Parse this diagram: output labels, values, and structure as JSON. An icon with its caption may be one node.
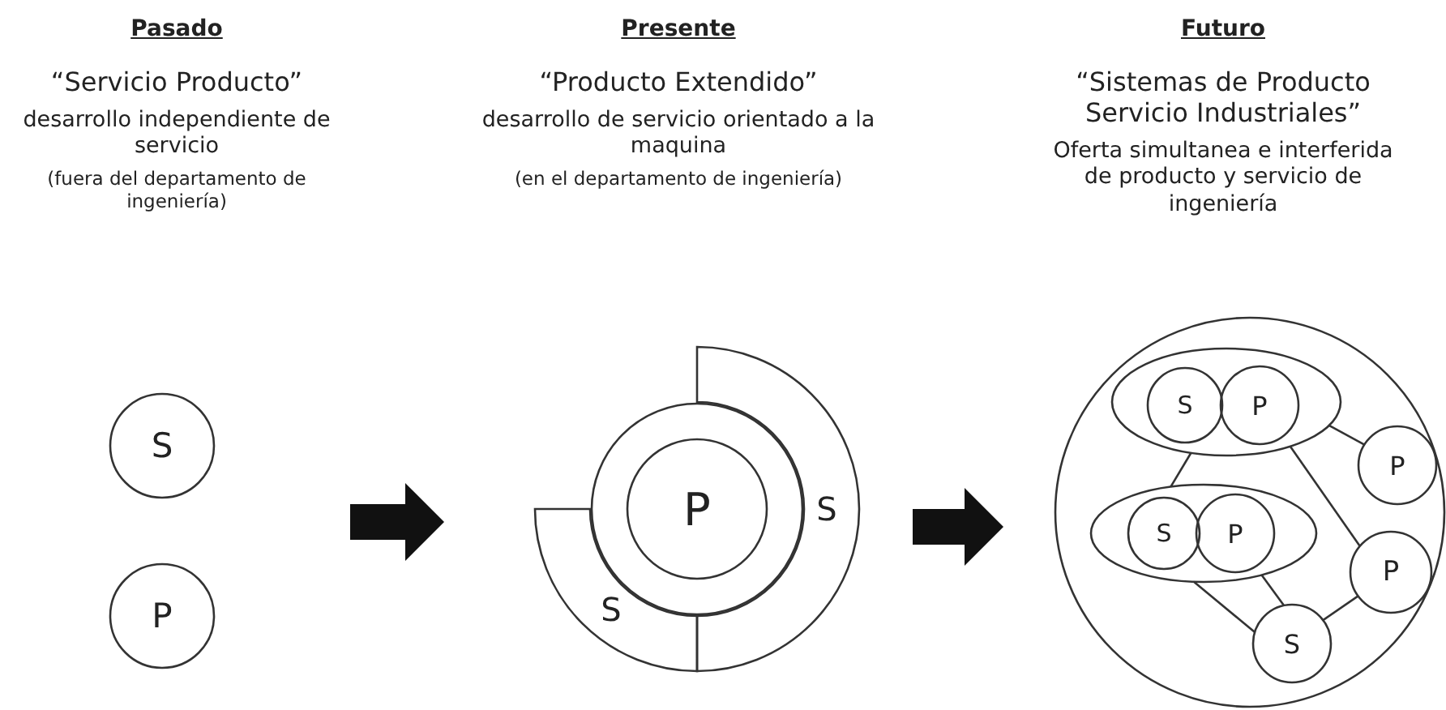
{
  "diagram": {
    "nodes": [
      {
        "text": [
          "Pasado",
          "“Servicio Producto”",
          "desarrollo independiente de servicio",
          "(fuera del departamento de ingeniería)"
        ]
      },
      {
        "text": [
          "S"
        ],
        "in": 0
      },
      {
        "text": [
          "P"
        ],
        "in": 0
      },
      {
        "text": [
          "Presente",
          "“Producto Extendido”",
          "desarrollo de servicio orientado a la maquina",
          "(en el departamento de ingeniería)"
        ]
      },
      {
        "text": [
          "S"
        ],
        "in": 3
      },
      {
        "text": [],
        "shape": "circle",
        "in": 3
      },
      {
        "text": [
          "P"
        ],
        "in": 5
      },
      {
        "text": [
          "S"
        ],
        "in": 3
      },
      {
        "text": [
          "Futuro",
          "“Sistemas de Producto Servicio Industriales”",
          "Oferta simultanea e interferida de producto y servicio de ingeniería"
        ]
      },
      {
        "text": [],
        "shape": "circle",
        "in": 8
      },
      {
        "text": [],
        "shape": "ellipse",
        "in": 9
      },
      {
        "text": [
          "S"
        ],
        "in": 10
      },
      {
        "text": [
          "P"
        ],
        "in": 10
      },
      {
        "text": [
          "P"
        ],
        "in": 9
      },
      {
        "text": [],
        "shape": "ellipse",
        "in": 9
      },
      {
        "text": [
          "S"
        ],
        "in": 14
      },
      {
        "text": [
          "P"
        ],
        "in": 14
      },
      {
        "text": [
          "P"
        ],
        "in": 9
      },
      {
        "text": [
          "S"
        ],
        "in": 9
      }
    ],
    "edges": [
      {
        "from": 0,
        "to": 3,
        "arrow": "to",
        "style": "thick"
      },
      {
        "from": 3,
        "to": 8,
        "arrow": "to",
        "style": "thick"
      },
      {
        "from": 10,
        "to": 14,
        "arrow": "none"
      },
      {
        "from": 10,
        "to": 13,
        "arrow": "none"
      },
      {
        "from": 10,
        "to": 17,
        "arrow": "none"
      },
      {
        "from": 14,
        "to": 18,
        "arrow": "none"
      },
      {
        "from": 14,
        "to": 18,
        "arrow": "none"
      },
      {
        "from": 17,
        "to": 18,
        "arrow": "none"
      }
    ]
  }
}
